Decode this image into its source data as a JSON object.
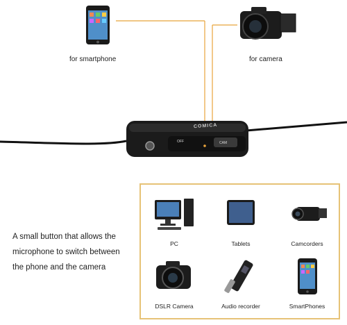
{
  "top": {
    "smartphone_label": "for smartphone",
    "camera_label": "for camera"
  },
  "device": {
    "brand_text": "COMICA",
    "switch_left": "OFF",
    "switch_right": "CAM"
  },
  "description": {
    "line1": "A small button that allows the",
    "line2": "microphone to switch between",
    "line3": "the phone and the camera"
  },
  "devices": [
    {
      "label": "PC",
      "icon": "pc-icon"
    },
    {
      "label": "Tablets",
      "icon": "tablet-icon"
    },
    {
      "label": "Camcorders",
      "icon": "camcorder-icon"
    },
    {
      "label": "DSLR Camera",
      "icon": "dslr-camera-icon"
    },
    {
      "label": "Audio recorder",
      "icon": "audio-recorder-icon"
    },
    {
      "label": "SmartPhones",
      "icon": "smartphone-icon"
    }
  ],
  "colors": {
    "panel_border": "#e6c276",
    "callout_line": "#e8a33b"
  }
}
